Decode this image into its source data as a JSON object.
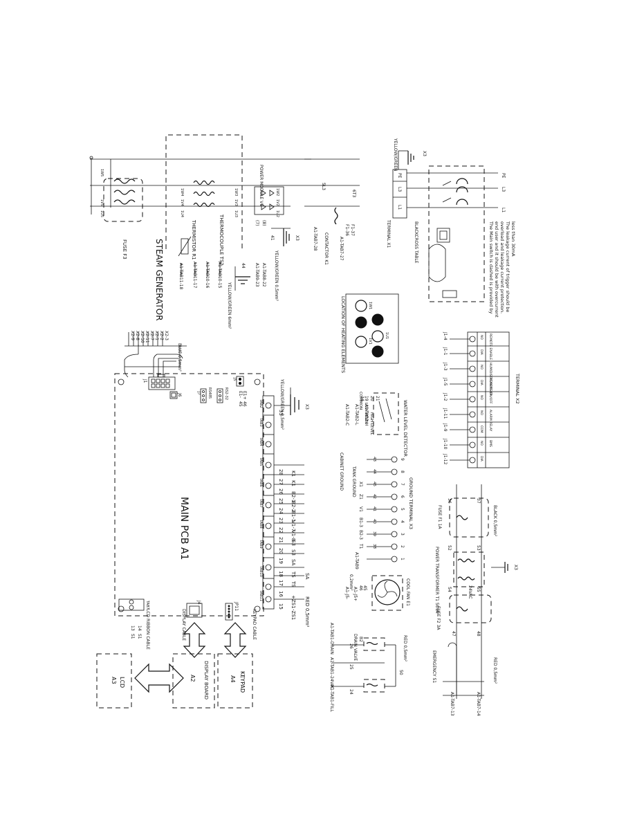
{
  "main_pcb": {
    "title": "MAIN PCB A1",
    "ref": "A1"
  },
  "steam_generator": {
    "title": "STEAM GENERATOR",
    "fuse": "FUSE F3",
    "thermistor": "THERMISTOR R1",
    "thermocouple": "THERMOCOUPLE TS2",
    "power_module": "POWER MODULE V1",
    "wires": [
      "A1-TAB11-18",
      "A1-TAB11-17",
      "A1-TAB10-16",
      "A1-TAB10-15"
    ],
    "ground": "YELLOW/GREEN 6mm²",
    "ab_wires": [
      "A1-TAB9-23",
      "A1-TAB8-22"
    ],
    "yg_05": "YELLOW/GREEN 0,5mm²",
    "nums": [
      "(7)",
      "(8)",
      "41",
      "44"
    ],
    "coil_labels": [
      "1U4",
      "1V4",
      "1W4",
      "1U3",
      "1V3",
      "1W3",
      "1U2",
      "1V2",
      "1W2",
      "1U5",
      "1V5",
      "1W5"
    ]
  },
  "contactor": {
    "label": "CONTACTOR K1",
    "wires": [
      "A1-TAB7-28",
      "A1-TAB7-27",
      "F1-36",
      "F1-37",
      "5L3",
      "6T3"
    ]
  },
  "terminal_x1": {
    "label": "TERMINAL X1",
    "pins": [
      "L1",
      "L3",
      "PE"
    ],
    "ground": "YELLOW/GREEN",
    "x3": "X3"
  },
  "blackcross": "BLACKCROSS TABLE",
  "mains": [
    "L1",
    "L3",
    "PE"
  ],
  "note": [
    "The Main switch is dashed is provided by",
    "end user and it should be with overcurrent",
    "overload and leakage current protection.",
    "The leakage current of trigger should be",
    "less than 30mA"
  ],
  "heating_elements": {
    "title": "LOCATION OF HEATING ELEMENTS",
    "labels": [
      "1W1",
      "1V1",
      "1U1"
    ]
  },
  "water_level": {
    "title": "WATER LEVEL DETECTOR",
    "lines": [
      "A1-TAB2-C",
      "A1-TAB2-L",
      "A1-TAB2-H"
    ],
    "levels": [
      "HIGH LEVEL",
      "LOW LEVEL",
      "COMMON"
    ],
    "nums": [
      "34",
      "20",
      "21",
      "19"
    ]
  },
  "ground_terminal": {
    "title": "GROUND TERMINAL X3",
    "rows": [
      "CABINET GROUND",
      "TANK GROUND",
      "X1",
      "Z1",
      "V1",
      "B1-3",
      "B2-3",
      "T1",
      "A1-TAB9"
    ],
    "nums": [
      "9",
      "8",
      "7",
      "6",
      "5",
      "4",
      "3",
      "2",
      "1"
    ],
    "wire_nums": [
      "43",
      "44",
      "45",
      "42",
      "41",
      "40",
      "39",
      "38"
    ]
  },
  "terminal_x2": {
    "title": "TERMINAL X2",
    "top_row": [
      "J1-4",
      "J1-1",
      "J1-3",
      "J1-5",
      "J1-2",
      "J1-11",
      "J1-9",
      "J1-10",
      "J1-12"
    ],
    "header": [
      "NO",
      "DIA",
      "NO",
      "DIA",
      "NO",
      "NO",
      "COM",
      "NO",
      "DIA"
    ],
    "labels": [
      "REMOTE ENABLE",
      "HUMIDISTAT/SENSOR",
      "REMOTE ON/OFF",
      "ALARM RELAY",
      "BMS"
    ]
  },
  "cool_fan": {
    "label": "COOL FAN E1",
    "wires": [
      "A1-J5-",
      "A1-J5+"
    ],
    "gauge": "0,2mm²",
    "nums": [
      "45",
      "46"
    ]
  },
  "drain_valve": {
    "title": "DRAIN VALVE",
    "ref": "B2",
    "wires": [
      "A1-TAB1-DRAIN",
      "A1-TAB1-24VAC",
      "A1-TAB1-FILL"
    ],
    "nums": [
      "26",
      "25",
      "24",
      "50"
    ],
    "red": "RED 0,5mm²"
  },
  "emergency": {
    "label": "EMERGENCY S1",
    "wires": [
      "A1-TAB7-13",
      "A1-TAB7-14"
    ],
    "red": "RED 0,5mm²",
    "nums": [
      "47",
      "48"
    ]
  },
  "fuse_f2": {
    "label": "FUSE F2 3A"
  },
  "fuse_f1": {
    "label": "FUSE F1 1A"
  },
  "transformer": {
    "label": "POWER TRANSFORMER T1 50VA",
    "v": "24VAC",
    "nums": [
      "52",
      "53",
      "54",
      "55",
      "36",
      "37"
    ]
  },
  "black": "BLACK 0,5mm²",
  "left_blocks": [
    {
      "ref": "A3",
      "label": "LCD"
    },
    {
      "ref": "A2",
      "label": "DISPLAY BOARD"
    },
    {
      "ref": "A4",
      "label": "KEYPAD"
    }
  ],
  "cables": [
    "LCD RIBBON CABLE",
    "DISPLAY CABLE",
    "KEYPAD CABLE"
  ],
  "pcb_conn": [
    "J4",
    "JP11",
    "TAB7",
    "J1",
    "J6",
    "J7",
    "J5"
  ],
  "pcb_tabs": [
    "TAB11",
    "TAB10",
    "TAB9",
    "TAB8",
    "TAB7",
    "TAB6",
    "TAB5",
    "TAB4",
    "TAB3",
    "TAB2",
    "TAB1"
  ],
  "tab_nums": [
    "15",
    "16",
    "17",
    "18",
    "19",
    "20",
    "21",
    "22",
    "23",
    "24",
    "25",
    "26",
    "27",
    "28",
    "35"
  ],
  "wire_labels": [
    "-ZS1",
    "+ZS1",
    "TS",
    "TS",
    "SA",
    "S3",
    "S3",
    "V1-8",
    "V1-7",
    "B1-1",
    "B2-2",
    "B2-1",
    "K1",
    "K1"
  ],
  "x2_wires": [
    "X2-9",
    "X2-8",
    "X2-10",
    "X2-11",
    "X2-7",
    "X2-1",
    "X2-2",
    "X2-3"
  ],
  "blue": "BLUE 0,5mm²",
  "red_pcb": "RED 0,5mm²",
  "sa": "SA",
  "yg_pcb": "YELLOW/GREEN 0,5mm²",
  "x3": "X3",
  "rs485": "RS485",
  "rs232": "RS2-32",
  "e_labels": [
    "E1-",
    "E1+",
    "45",
    "46"
  ],
  "s1_labels": [
    "S1",
    "S1",
    "13",
    "14"
  ]
}
